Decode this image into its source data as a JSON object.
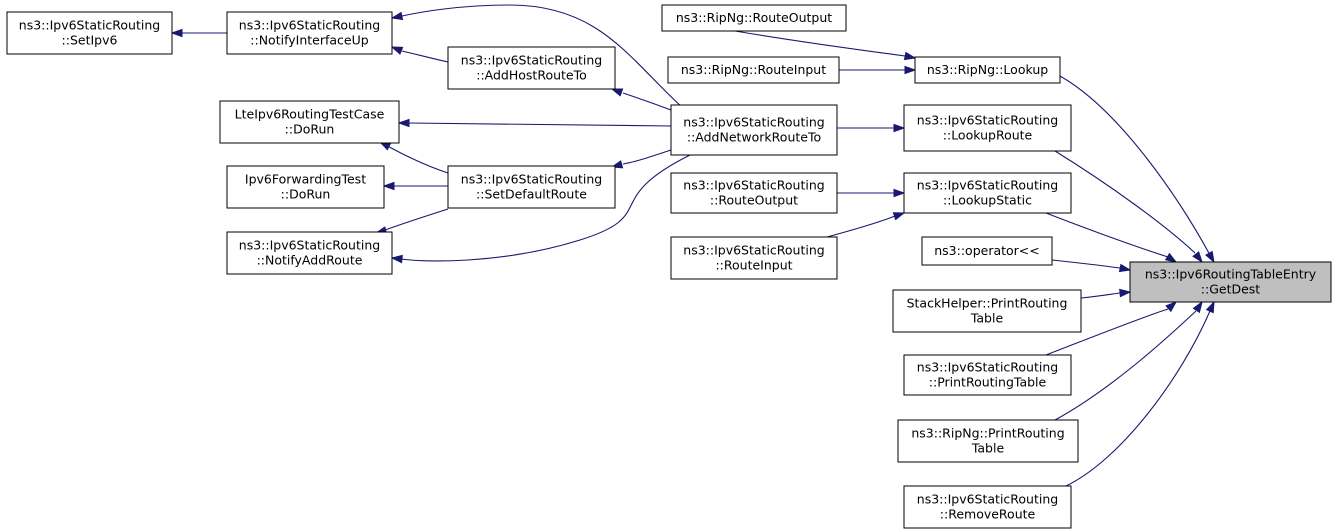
{
  "graph": {
    "nodes": [
      {
        "id": "setipv6",
        "lines": [
          "ns3::Ipv6StaticRouting",
          "::SetIpv6"
        ]
      },
      {
        "id": "notifyifup",
        "lines": [
          "ns3::Ipv6StaticRouting",
          "::NotifyInterfaceUp"
        ]
      },
      {
        "id": "addhostroute",
        "lines": [
          "ns3::Ipv6StaticRouting",
          "::AddHostRouteTo"
        ]
      },
      {
        "id": "ltetest",
        "lines": [
          "LteIpv6RoutingTestCase",
          "::DoRun"
        ]
      },
      {
        "id": "fwdtest",
        "lines": [
          "Ipv6ForwardingTest",
          "::DoRun"
        ]
      },
      {
        "id": "setdefault",
        "lines": [
          "ns3::Ipv6StaticRouting",
          "::SetDefaultRoute"
        ]
      },
      {
        "id": "notifyaddroute",
        "lines": [
          "ns3::Ipv6StaticRouting",
          "::NotifyAddRoute"
        ]
      },
      {
        "id": "ripngrouteout",
        "lines": [
          "ns3::RipNg::RouteOutput"
        ]
      },
      {
        "id": "ripngroutein",
        "lines": [
          "ns3::RipNg::RouteInput"
        ]
      },
      {
        "id": "addnetroute",
        "lines": [
          "ns3::Ipv6StaticRouting",
          "::AddNetworkRouteTo"
        ]
      },
      {
        "id": "staticrouteout",
        "lines": [
          "ns3::Ipv6StaticRouting",
          "::RouteOutput"
        ]
      },
      {
        "id": "staticroutein",
        "lines": [
          "ns3::Ipv6StaticRouting",
          "::RouteInput"
        ]
      },
      {
        "id": "ripnglookup",
        "lines": [
          "ns3::RipNg::Lookup"
        ]
      },
      {
        "id": "lookuproute",
        "lines": [
          "ns3::Ipv6StaticRouting",
          "::LookupRoute"
        ]
      },
      {
        "id": "lookupstatic",
        "lines": [
          "ns3::Ipv6StaticRouting",
          "::LookupStatic"
        ]
      },
      {
        "id": "operator",
        "lines": [
          "ns3::operator<<"
        ]
      },
      {
        "id": "stackhelper",
        "lines": [
          "StackHelper::PrintRouting",
          "Table"
        ]
      },
      {
        "id": "staticprint",
        "lines": [
          "ns3::Ipv6StaticRouting",
          "::PrintRoutingTable"
        ]
      },
      {
        "id": "ripngprint",
        "lines": [
          "ns3::RipNg::PrintRouting",
          "Table"
        ]
      },
      {
        "id": "removeroute",
        "lines": [
          "ns3::Ipv6StaticRouting",
          "::RemoveRoute"
        ]
      },
      {
        "id": "getdest",
        "lines": [
          "ns3::Ipv6RoutingTableEntry",
          "::GetDest"
        ],
        "highlight": true
      }
    ],
    "edges": [
      {
        "from": "notifyifup",
        "to": "setipv6"
      },
      {
        "from": "addhostroute",
        "to": "notifyifup"
      },
      {
        "from": "addnetroute",
        "to": "notifyifup"
      },
      {
        "from": "addnetroute",
        "to": "addhostroute"
      },
      {
        "from": "addnetroute",
        "to": "ltetest"
      },
      {
        "from": "addnetroute",
        "to": "setdefault"
      },
      {
        "from": "addnetroute",
        "to": "notifyaddroute"
      },
      {
        "from": "setdefault",
        "to": "ltetest"
      },
      {
        "from": "setdefault",
        "to": "fwdtest"
      },
      {
        "from": "setdefault",
        "to": "notifyaddroute"
      },
      {
        "from": "ripnglookup",
        "to": "ripngrouteout"
      },
      {
        "from": "ripnglookup",
        "to": "ripngroutein"
      },
      {
        "from": "lookuproute",
        "to": "addnetroute"
      },
      {
        "from": "lookupstatic",
        "to": "staticrouteout"
      },
      {
        "from": "lookupstatic",
        "to": "staticroutein"
      },
      {
        "from": "getdest",
        "to": "ripnglookup"
      },
      {
        "from": "getdest",
        "to": "lookuproute"
      },
      {
        "from": "getdest",
        "to": "lookupstatic"
      },
      {
        "from": "getdest",
        "to": "operator"
      },
      {
        "from": "getdest",
        "to": "stackhelper"
      },
      {
        "from": "getdest",
        "to": "staticprint"
      },
      {
        "from": "getdest",
        "to": "ripngprint"
      },
      {
        "from": "getdest",
        "to": "removeroute"
      }
    ]
  }
}
